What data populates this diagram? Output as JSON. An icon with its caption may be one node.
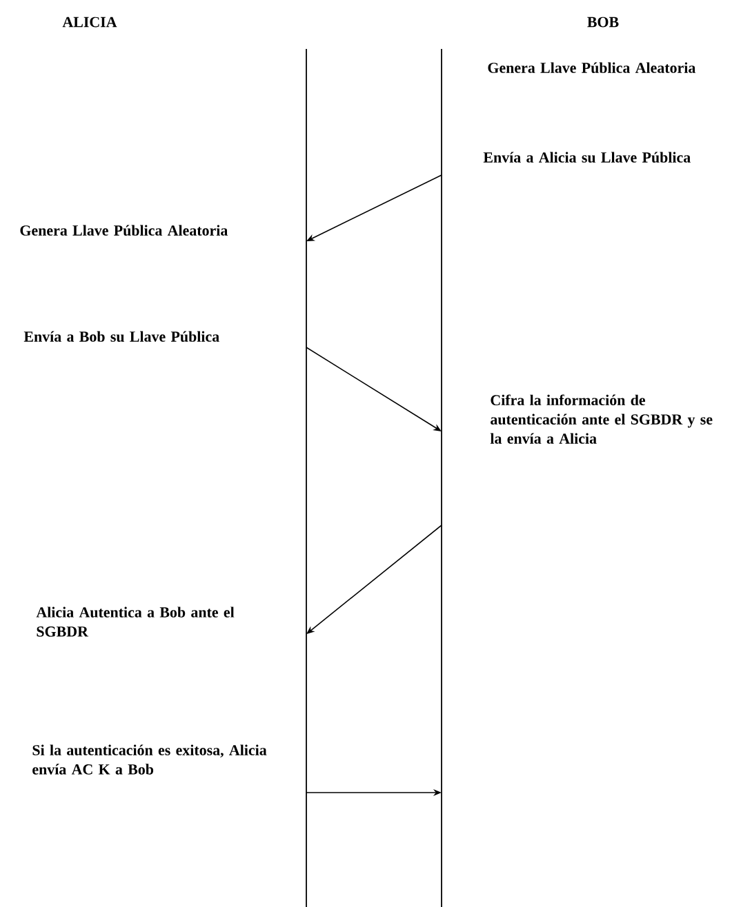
{
  "diagram": {
    "nodes": [
      {
        "text": [
          "ALICIA"
        ]
      },
      {
        "text": [
          "BOB"
        ]
      }
    ],
    "edges": [
      {
        "from": 1,
        "to": 0,
        "arrow": "to"
      },
      {
        "from": 0,
        "to": 1,
        "arrow": "to"
      },
      {
        "from": 1,
        "to": 0,
        "arrow": "to"
      },
      {
        "from": 0,
        "to": 1,
        "arrow": "to"
      }
    ],
    "labels": [
      "Genera Llave Pública Aleatoria",
      "Envía a Alicia su Llave Pública",
      "Genera Llave Pública Aleatoria",
      "Envía a Bob su Llave Pública",
      "Cifra la información de autenticación ante el SGBDR y se la envía a Alicia",
      "Alicia Autentica a Bob ante el SGBDR",
      "Si la autenticación es exitosa, Alicia envía AC K a Bob"
    ]
  }
}
